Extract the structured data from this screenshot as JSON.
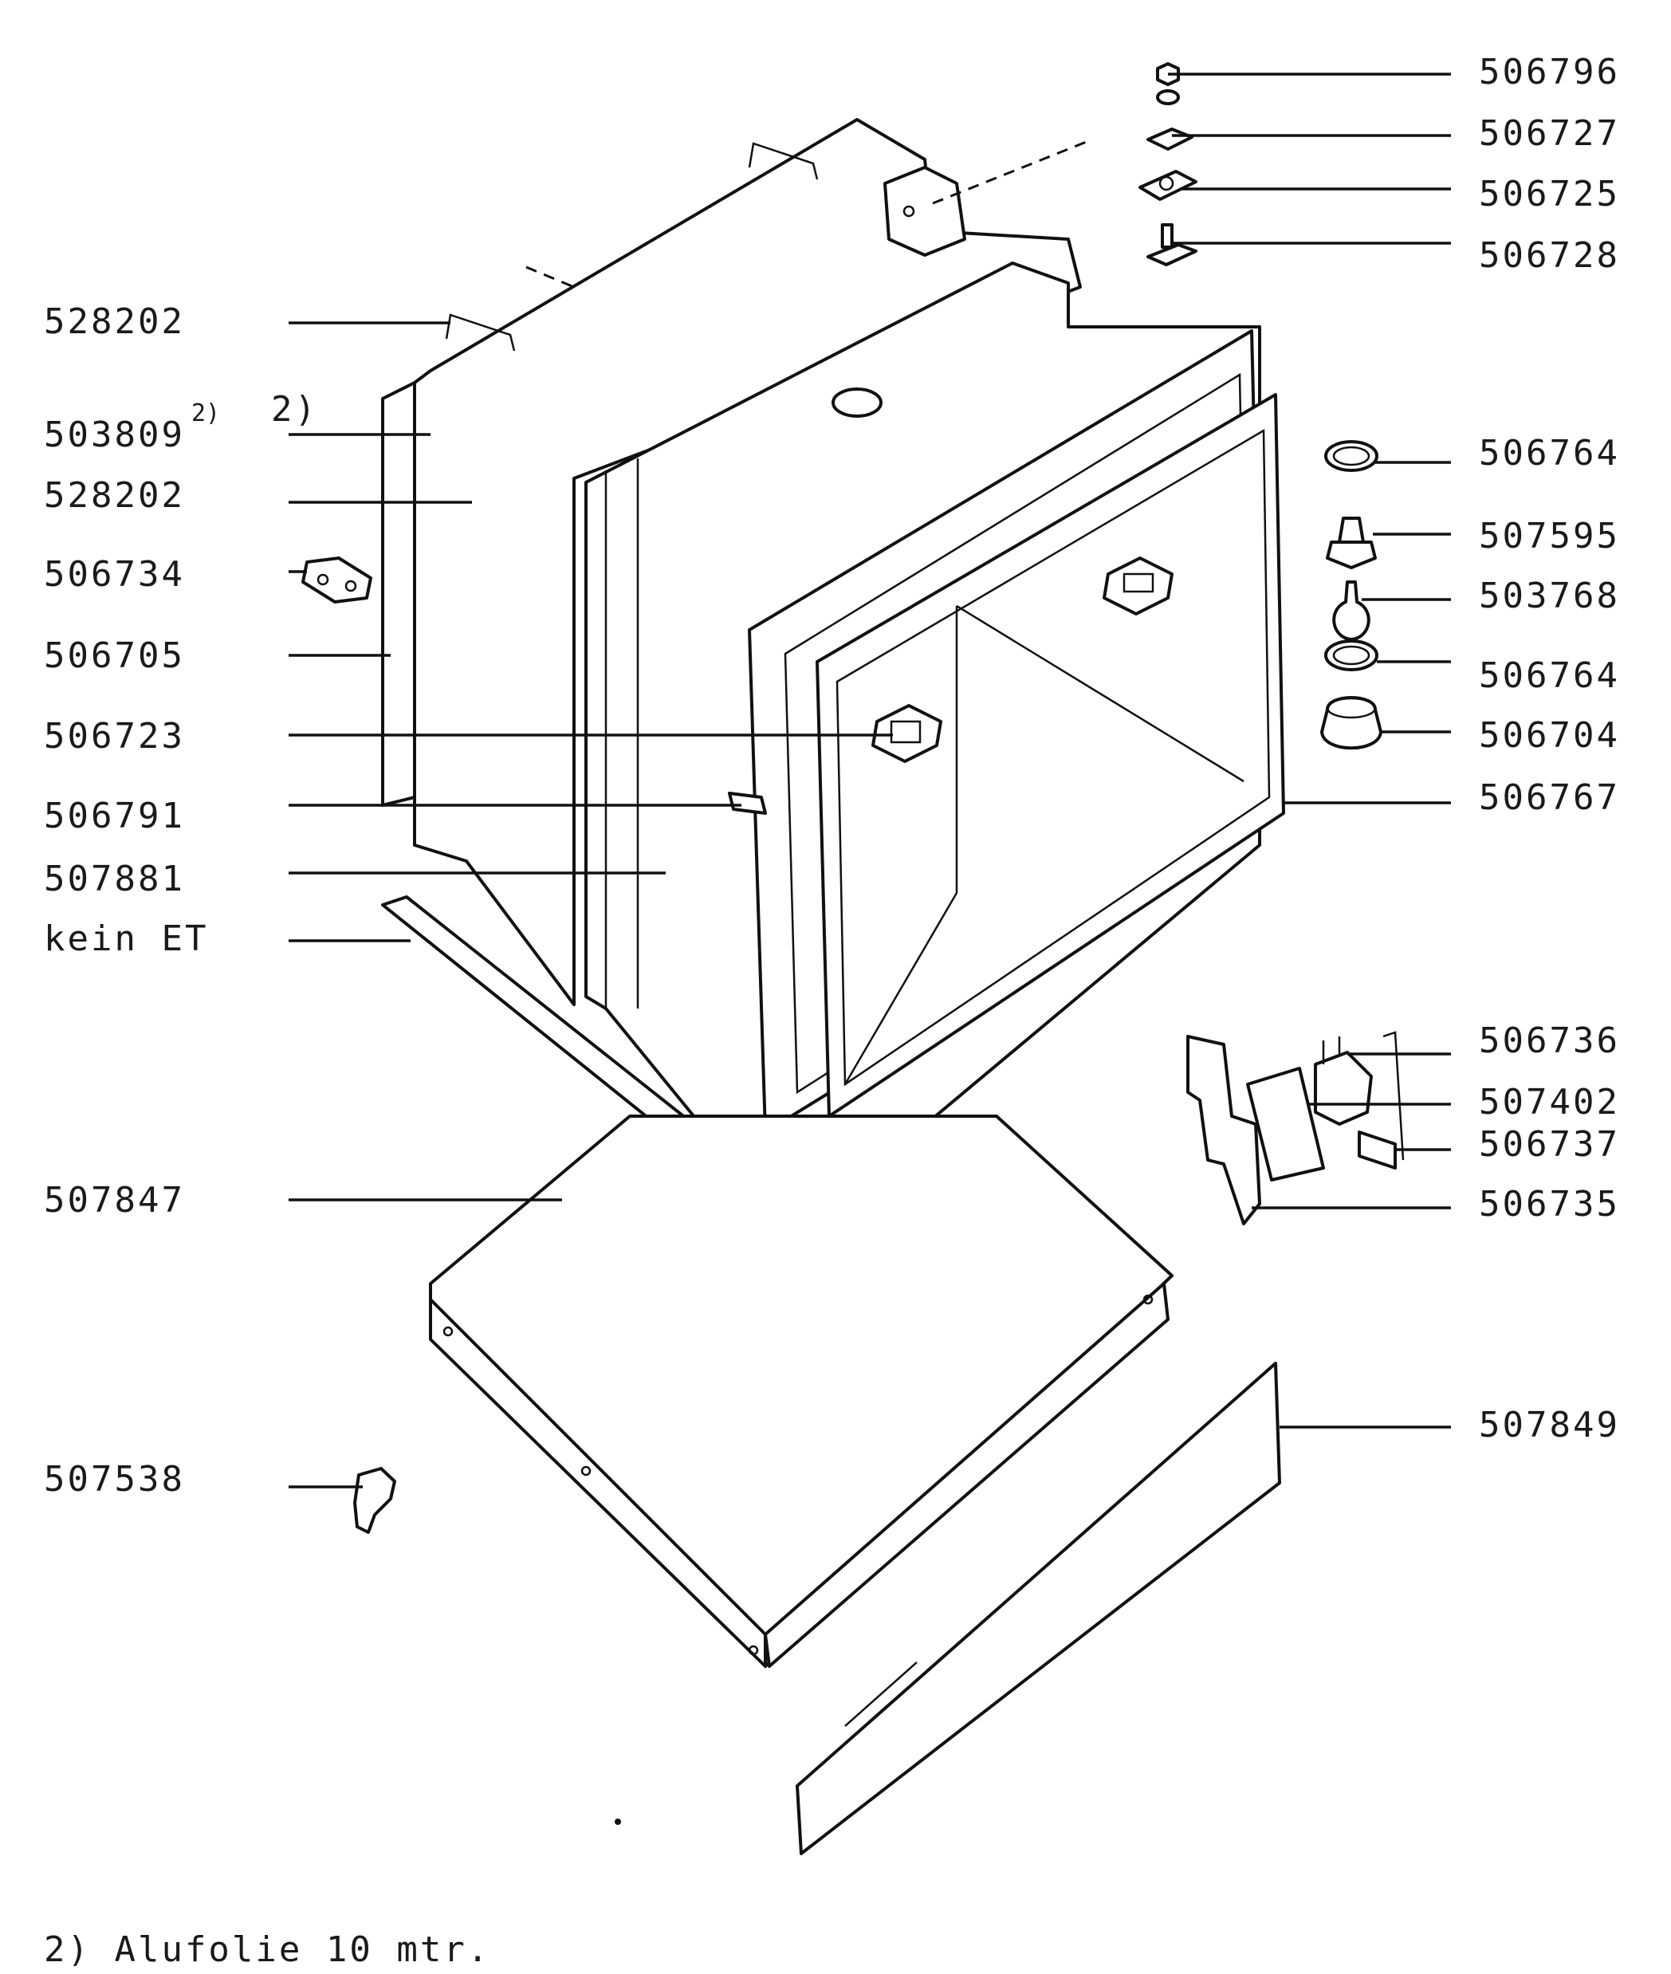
{
  "left_labels": [
    {
      "id": "528202-a",
      "text": "528202"
    },
    {
      "id": "503809",
      "text": "503809",
      "sup": "2)",
      "extra": "2)"
    },
    {
      "id": "528202-b",
      "text": "528202"
    },
    {
      "id": "506734",
      "text": "506734"
    },
    {
      "id": "506705",
      "text": "506705"
    },
    {
      "id": "506723",
      "text": "506723"
    },
    {
      "id": "506791",
      "text": "506791"
    },
    {
      "id": "507881",
      "text": "507881"
    },
    {
      "id": "kein-et",
      "text": "kein ET"
    },
    {
      "id": "507847",
      "text": "507847"
    },
    {
      "id": "507538",
      "text": "507538"
    }
  ],
  "right_labels": [
    {
      "id": "506796",
      "text": "506796"
    },
    {
      "id": "506727",
      "text": "506727"
    },
    {
      "id": "506725",
      "text": "506725"
    },
    {
      "id": "506728",
      "text": "506728"
    },
    {
      "id": "506764-a",
      "text": "506764"
    },
    {
      "id": "507595",
      "text": "507595"
    },
    {
      "id": "503768",
      "text": "503768"
    },
    {
      "id": "506764-b",
      "text": "506764"
    },
    {
      "id": "506704",
      "text": "506704"
    },
    {
      "id": "506767",
      "text": "506767"
    },
    {
      "id": "506736",
      "text": "506736"
    },
    {
      "id": "507402",
      "text": "507402"
    },
    {
      "id": "506737",
      "text": "506737"
    },
    {
      "id": "506735",
      "text": "506735"
    },
    {
      "id": "507849",
      "text": "507849"
    }
  ],
  "footnote": "2) Alufolie 10 mtr."
}
